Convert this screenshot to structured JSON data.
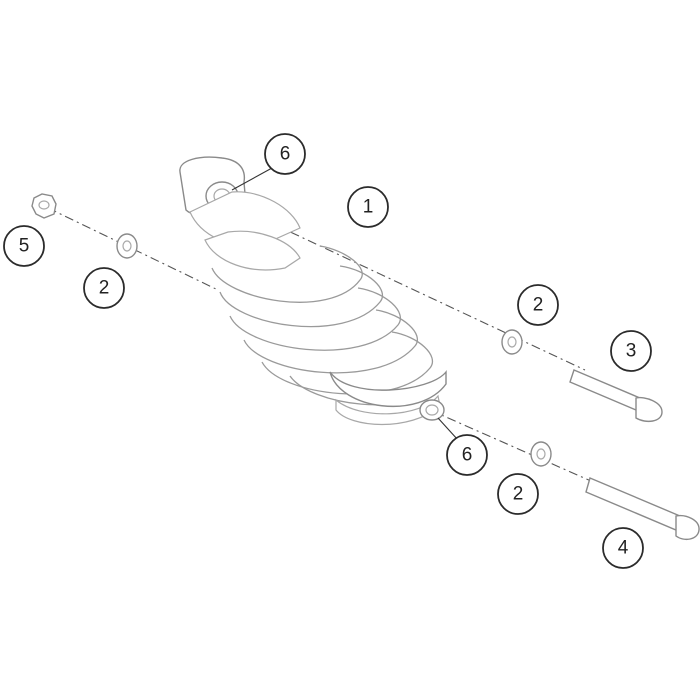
{
  "callouts": [
    {
      "id": "c1",
      "label": "1"
    },
    {
      "id": "c2a",
      "label": "2"
    },
    {
      "id": "c2b",
      "label": "2"
    },
    {
      "id": "c2c",
      "label": "2"
    },
    {
      "id": "c3",
      "label": "3"
    },
    {
      "id": "c4",
      "label": "4"
    },
    {
      "id": "c5",
      "label": "5"
    },
    {
      "id": "c6a",
      "label": "6"
    },
    {
      "id": "c6b",
      "label": "6"
    }
  ]
}
